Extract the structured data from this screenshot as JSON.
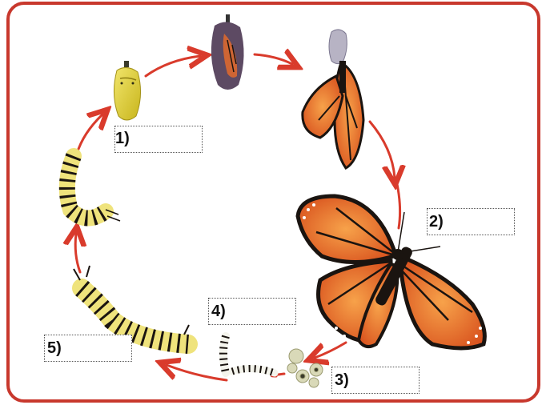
{
  "labels": {
    "one": "1)",
    "two": "2)",
    "three": "3)",
    "four": "4)",
    "five": "5)"
  },
  "colors": {
    "frame": "#c8382d",
    "arrow": "#d93b2c",
    "wing_orange": "#e8742a",
    "wing_black": "#1a1410",
    "chrysalis_green": "#e2d23a",
    "chrysalis_dark": "#5d4a63",
    "caterpillar_yellow": "#efe37c",
    "egg": "#d9d9b8"
  },
  "stages": [
    "chrysalis",
    "emerging-butterfly",
    "adult-butterfly",
    "eggs",
    "young-caterpillar",
    "caterpillar",
    "hanging-caterpillar"
  ]
}
